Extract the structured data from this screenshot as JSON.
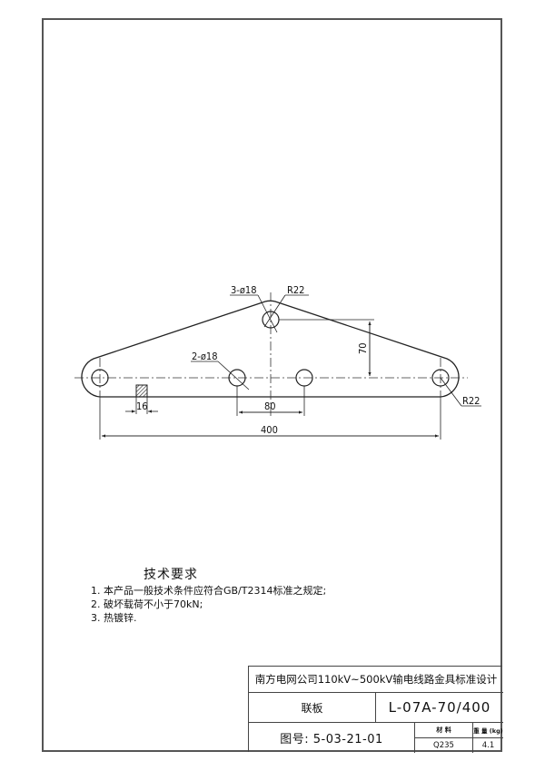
{
  "drawing": {
    "labels": {
      "top_hole_callout": "3-ø18",
      "top_radius": "R22",
      "mid_hole_callout": "2-ø18",
      "right_radius": "R22",
      "height_dim": "70",
      "hole_spacing_dim": "80",
      "overall_length_dim": "400",
      "thickness_dim": "16"
    }
  },
  "notes": {
    "title": "技术要求",
    "items": [
      "1. 本产品一般技术条件应符合GB/T2314标准之规定;",
      "2. 破坏载荷不小于70kN;",
      "3. 热镀锌."
    ]
  },
  "title_block": {
    "project": "南方电网公司110kV~500kV输电线路金具标准设计",
    "part_name": "联板",
    "part_code": "L-07A-70/400",
    "drawing_no": "图号: 5-03-21-01",
    "material_header": "材  料",
    "weight_header": "重 量 (kg)",
    "material": "Q235",
    "weight": "4.1"
  }
}
